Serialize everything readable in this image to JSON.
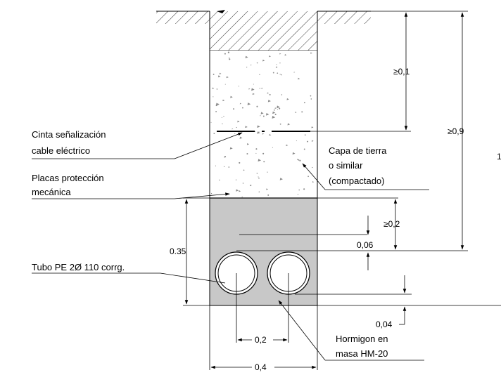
{
  "labels": {
    "cinta_1": "Cinta señalización",
    "cinta_2": "cable eléctrico",
    "placas_1": "Placas protección",
    "placas_2": "mecánica",
    "tubo": "Tubo PE 2Ø 110 corrg.",
    "capa_1": "Capa de tierra",
    "capa_2": "o similar",
    "capa_3": "(compactado)",
    "hormigon_1": "Hormigon en",
    "hormigon_2": "masa HM-20"
  },
  "dimensions": {
    "d_01": "≥0,1",
    "d_09": "≥0,9",
    "d_02_top": "≥0,2",
    "d_006": "0,06",
    "d_035": "0.35",
    "d_004": "0,04",
    "d_02_bottom": "0,2",
    "d_04": "0,4",
    "d_edge": "1"
  },
  "colors": {
    "concrete": "#c8c8c8",
    "fill_speckle": "#8a8a8a",
    "line": "#000000"
  }
}
